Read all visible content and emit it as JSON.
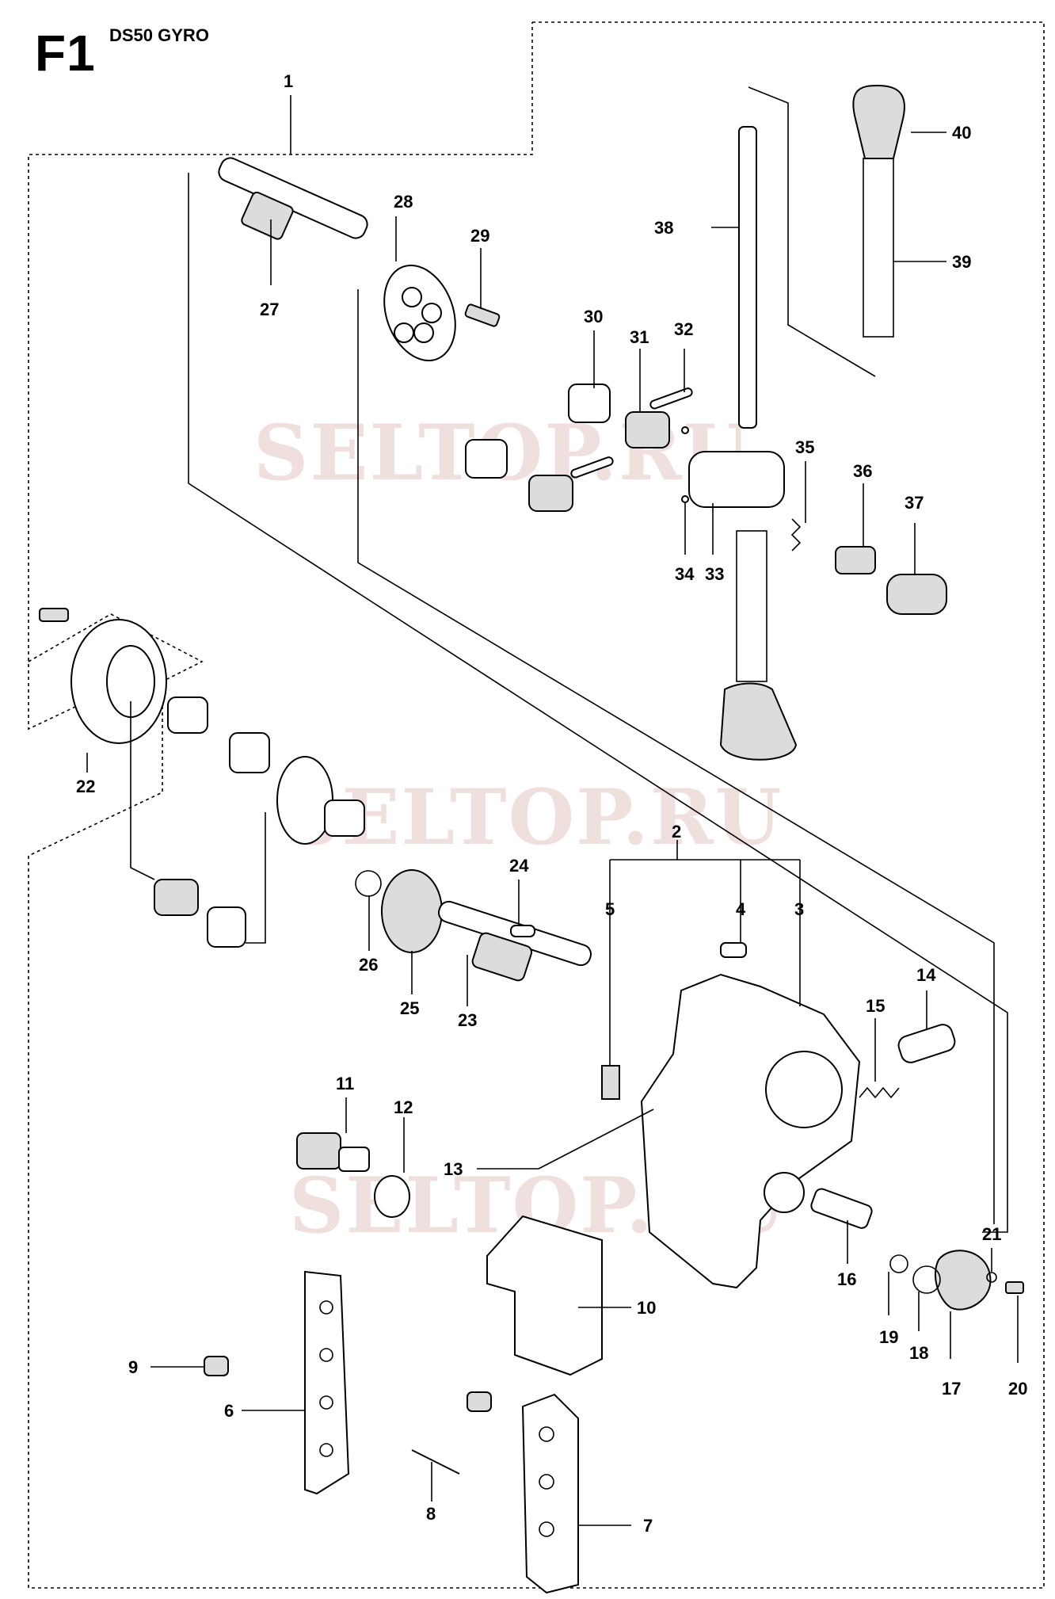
{
  "header": {
    "code": "F1",
    "model": "DS50 GYRO"
  },
  "watermarks": [
    "SELTOP.RU",
    "SELTOP.RU",
    "SELTOP.RU"
  ],
  "callouts": {
    "c1": "1",
    "c2": "2",
    "c3": "3",
    "c4": "4",
    "c5": "5",
    "c6": "6",
    "c7": "7",
    "c8": "8",
    "c9": "9",
    "c10": "10",
    "c11": "11",
    "c12": "12",
    "c13": "13",
    "c14": "14",
    "c15": "15",
    "c16": "16",
    "c17": "17",
    "c18": "18",
    "c19": "19",
    "c20": "20",
    "c21": "21",
    "c22": "22",
    "c23": "23",
    "c24": "24",
    "c25": "25",
    "c26": "26",
    "c27": "27",
    "c28": "28",
    "c29": "29",
    "c30": "30",
    "c31": "31",
    "c32": "32",
    "c33": "33",
    "c34": "34",
    "c35": "35",
    "c36": "36",
    "c37": "37",
    "c38": "38",
    "c39": "39",
    "c40": "40"
  }
}
